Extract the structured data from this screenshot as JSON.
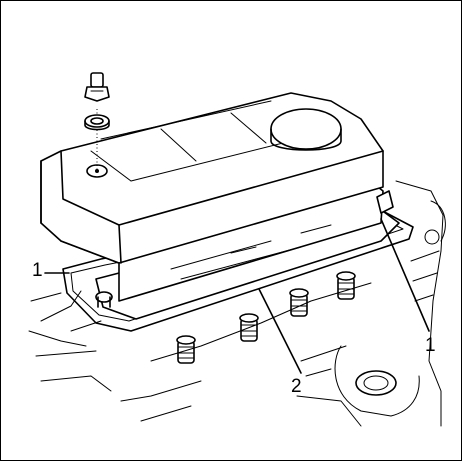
{
  "callouts": [
    {
      "label": "1",
      "part": "gasket"
    },
    {
      "label": "1",
      "part": "gasket"
    },
    {
      "label": "2",
      "part": "cylinder-head-cover"
    }
  ],
  "colors": {
    "line": "#000000",
    "background": "#ffffff"
  }
}
